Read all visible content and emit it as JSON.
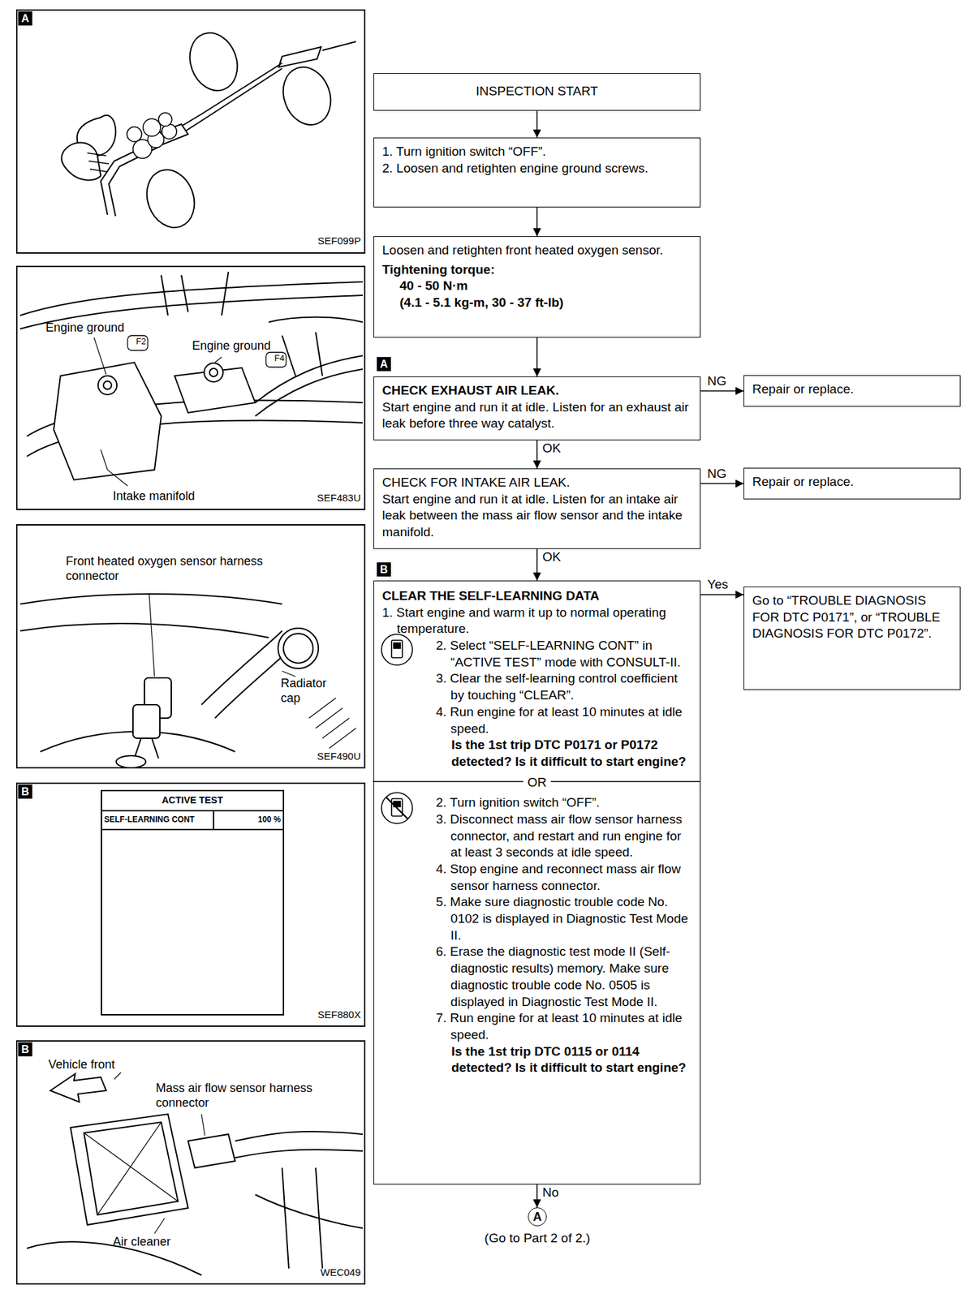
{
  "diagram": {
    "nodes": [
      {
        "text": [
          "INSPECTION START"
        ]
      },
      {
        "text": [
          "1. Turn ignition switch “OFF”.",
          "2. Loosen and retighten engine ground screws."
        ]
      },
      {
        "text": [
          "Loosen and retighten front heated oxygen sensor.",
          "Tightening torque:",
          "40 - 50 N·m",
          "(4.1 - 5.1 kg-m, 30 - 37 ft-lb)"
        ]
      },
      {
        "text": [
          "CHECK EXHAUST AIR LEAK.",
          "Start engine and run it at idle. Listen for an exhaust air leak before three way catalyst."
        ]
      },
      {
        "text": [
          "Repair or replace."
        ]
      },
      {
        "text": [
          "CHECK FOR INTAKE AIR LEAK.",
          "Start engine and run it at idle. Listen for an intake air leak between the mass air flow sensor and the intake manifold."
        ]
      },
      {
        "text": [
          "Repair or replace."
        ]
      },
      {
        "text": [
          "CLEAR THE SELF-LEARNING DATA",
          "1. Start engine and warm it up to normal operating temperature.",
          "2. Select “SELF-LEARNING CONT” in “ACTIVE TEST” mode with CONSULT-II.",
          "3. Clear the self-learning control coefficient by touching “CLEAR”.",
          "4. Run engine for at least 10 minutes at idle speed.",
          "Is the 1st trip DTC P0171 or P0172 detected? Is it difficult to start engine?",
          "OR",
          "2. Turn ignition switch “OFF”.",
          "3. Disconnect mass air flow sensor harness connector, and restart and run engine for at least 3 seconds at idle speed.",
          "4. Stop engine and reconnect mass air flow sensor harness connector.",
          "5. Make sure diagnostic trouble code No. 0102 is displayed in Diagnostic Test Mode II.",
          "6. Erase the diagnostic test mode II (Self-diagnostic results) memory. Make sure diagnostic trouble code No. 0505 is displayed in Diagnostic Test Mode II.",
          "7. Run engine for at least 10 minutes at idle speed.",
          "Is the 1st trip DTC 0115 or 0114 detected? Is it difficult to start engine?"
        ]
      },
      {
        "text": [
          "Go to “TROUBLE DIAGNOSIS FOR DTC P0171”, or “TROUBLE DIAGNOSIS FOR DTC P0172”."
        ]
      },
      {
        "text": [
          "A",
          "(Go to Part 2 of 2.)"
        ]
      }
    ],
    "edges": [
      {
        "from": 0,
        "to": 1,
        "arrow": "to"
      },
      {
        "from": 1,
        "to": 2,
        "arrow": "to"
      },
      {
        "from": 2,
        "to": 3,
        "arrow": "to"
      },
      {
        "from": 3,
        "to": 4,
        "label": "NG",
        "arrow": "to"
      },
      {
        "from": 3,
        "to": 5,
        "label": "OK",
        "arrow": "to"
      },
      {
        "from": 5,
        "to": 6,
        "label": "NG",
        "arrow": "to"
      },
      {
        "from": 5,
        "to": 7,
        "label": "OK",
        "arrow": "to"
      },
      {
        "from": 7,
        "to": 8,
        "label": "Yes",
        "arrow": "to"
      },
      {
        "from": 7,
        "to": 9,
        "label": "No",
        "arrow": "to"
      }
    ],
    "labels": [
      "A",
      "B",
      "A",
      "SEF099P",
      "Engine ground",
      "F2",
      "Engine ground",
      "F4",
      "Intake manifold",
      "SEF483U",
      "Front heated oxygen sensor harness connector",
      "Radiator cap",
      "SEF490U",
      "B",
      "ACTIVE TEST",
      "SELF-LEARNING CONT",
      "100 %",
      "SEF880X",
      "B",
      "Vehicle front",
      "Mass air flow sensor harness connector",
      "Air cleaner",
      "WEC049"
    ]
  }
}
